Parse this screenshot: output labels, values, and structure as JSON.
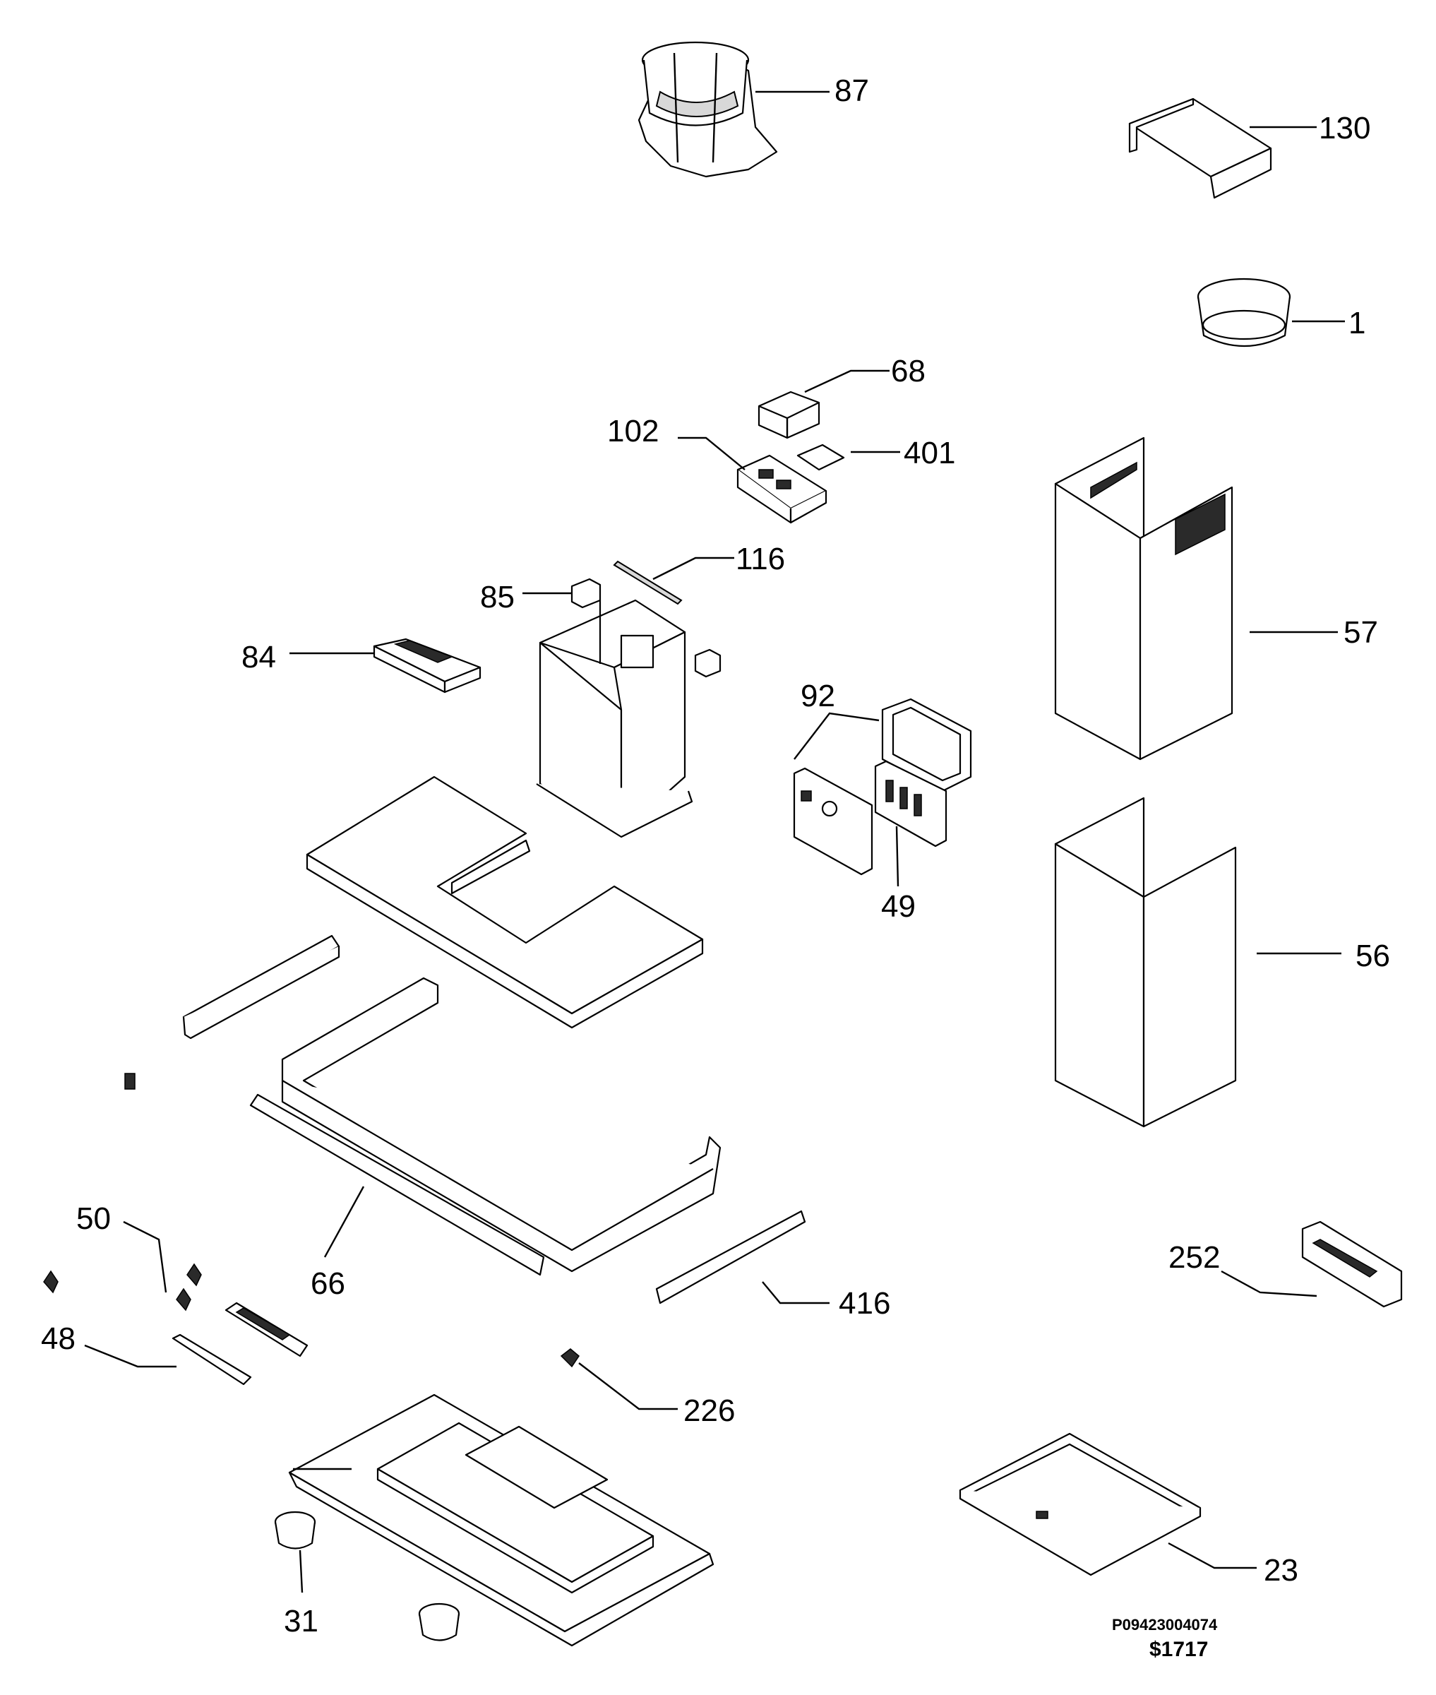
{
  "callouts": {
    "c87": "87",
    "c130": "130",
    "c1": "1",
    "c68": "68",
    "c102": "102",
    "c401": "401",
    "c116": "116",
    "c85": "85",
    "c84": "84",
    "c57": "57",
    "c92": "92",
    "c49": "49",
    "c56": "56",
    "c50": "50",
    "c66": "66",
    "c252": "252",
    "c48": "48",
    "c416": "416",
    "c226": "226",
    "c23": "23",
    "c31": "31"
  },
  "footer": {
    "drawing_code": "P09423004074",
    "sheet_code": "$1717"
  }
}
